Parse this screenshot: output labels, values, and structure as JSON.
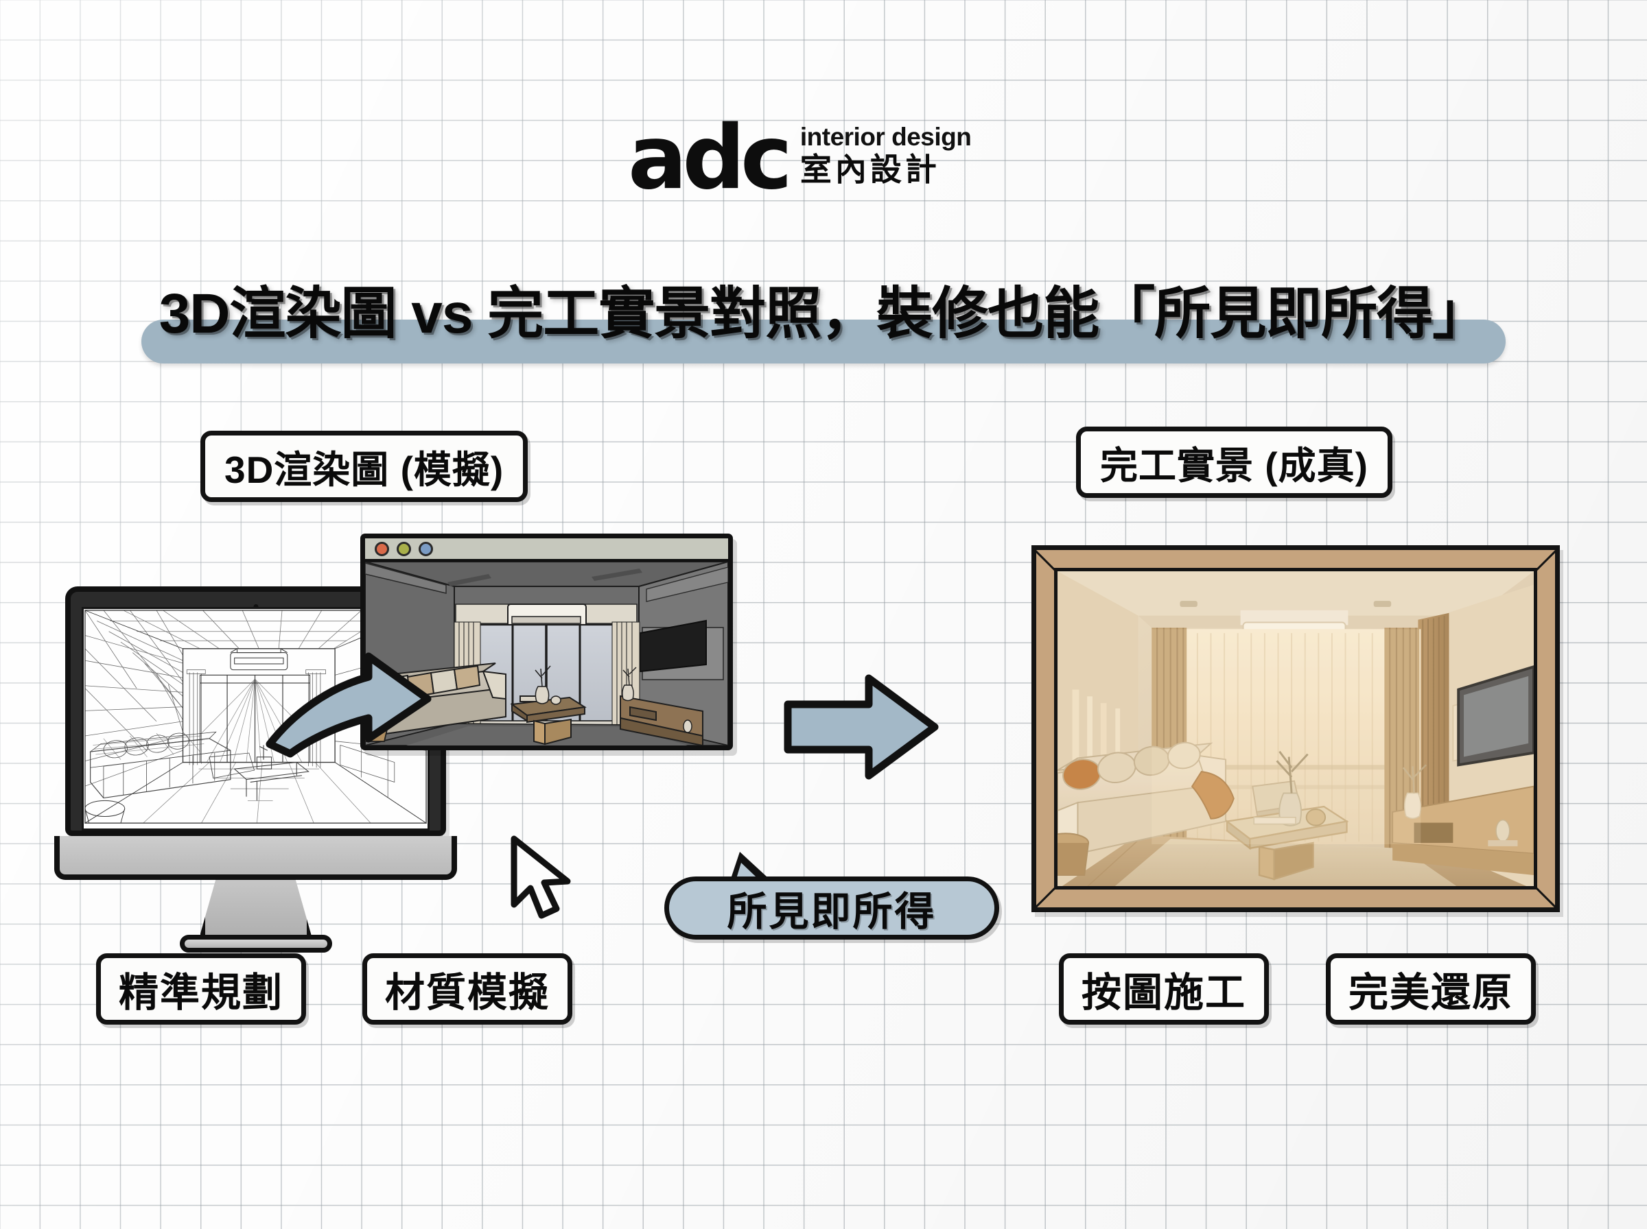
{
  "brand": {
    "mark": "adc",
    "tagline_en": "interior design",
    "tagline_zh": "室內設計"
  },
  "headline": {
    "text": "3D渲染圖 vs 完工實景對照，裝修也能「所見即所得」",
    "highlight_color": "#9fb4c2"
  },
  "panels": {
    "left_label": "3D渲染圖 (模擬)",
    "right_label": "完工實景 (成真)"
  },
  "callout": {
    "bubble_text": "所見即所得",
    "bubble_color": "#b7c8d4"
  },
  "footer_tags": [
    {
      "label": "精準規劃"
    },
    {
      "label": "材質模擬"
    },
    {
      "label": "按圖施工"
    },
    {
      "label": "完美還原"
    }
  ],
  "window_controls": [
    {
      "name": "close",
      "color": "#d96a4a"
    },
    {
      "name": "minimize",
      "color": "#a9b04a"
    },
    {
      "name": "maximize",
      "color": "#7b9cc4"
    }
  ],
  "icons": {
    "curved_arrow": "curved-arrow-icon",
    "straight_arrow": "right-arrow-icon",
    "cursor": "mouse-cursor-icon",
    "webcam": "webcam-dot-icon"
  },
  "colors": {
    "accent_blue": "#a3b8c7",
    "outline": "#111111",
    "frame_wood": "#c6a47e",
    "grid_line": "#969ea4",
    "monitor_bezel": "#2b2b2b"
  }
}
